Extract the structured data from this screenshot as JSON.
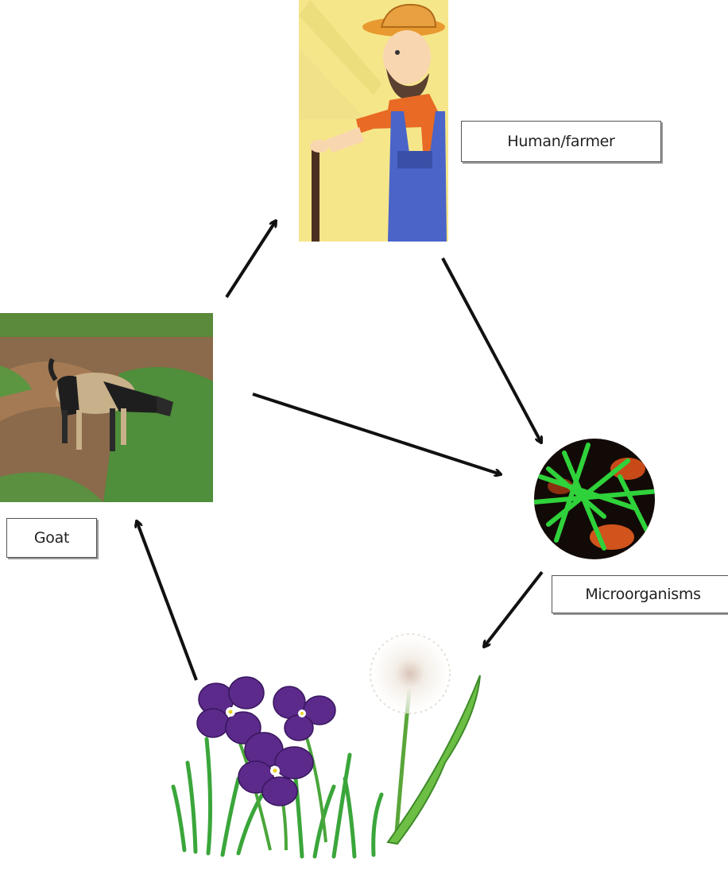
{
  "labels": {
    "farmer": "Human/farmer",
    "goat": "Goat",
    "microorganisms": "Microorganisms"
  },
  "nodes": [
    {
      "id": "farmer",
      "depiction": "farmer-illustration-icon"
    },
    {
      "id": "goat",
      "depiction": "goat-photo-icon"
    },
    {
      "id": "microorganisms",
      "depiction": "microorganisms-micrograph-icon"
    },
    {
      "id": "plants",
      "depiction": "plants-flowers-icon"
    }
  ],
  "edges": [
    {
      "from": "goat",
      "to": "farmer"
    },
    {
      "from": "farmer",
      "to": "microorganisms"
    },
    {
      "from": "goat",
      "to": "microorganisms"
    },
    {
      "from": "microorganisms",
      "to": "plants"
    },
    {
      "from": "plants",
      "to": "goat"
    }
  ],
  "colors": {
    "arrow": "#111111",
    "label_border": "#555555",
    "farmer_bg": "#f6e68a",
    "violet": "#5b2a8a",
    "grass": "#3aa63a",
    "micro_green": "#2fd23a"
  }
}
